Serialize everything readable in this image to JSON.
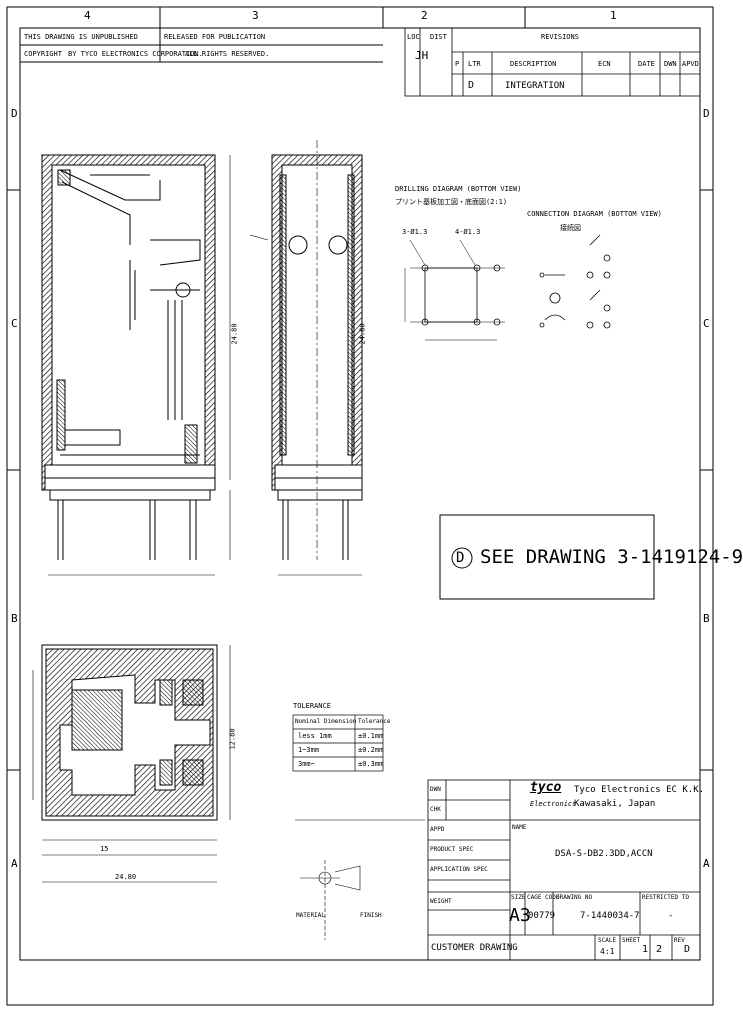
{
  "zones": {
    "columns": [
      "4",
      "3",
      "2",
      "1"
    ],
    "rows": [
      "D",
      "C",
      "B",
      "A"
    ]
  },
  "header": {
    "release_note": "THIS DRAWING IS UNPUBLISHED",
    "release_stamp": "RELEASED FOR PUBLICATION",
    "copyright": "COPYRIGHT",
    "company_line": "BY TYCO ELECTRONICS CORPORATION.",
    "rights": "ALL RIGHTS RESERVED."
  },
  "revisions": {
    "title": "REVISIONS",
    "loc_label": "LOC",
    "dist_label": "DIST",
    "dist_value": "JH",
    "columns": [
      "P",
      "LTR",
      "DESCRIPTION",
      "ECN",
      "DATE",
      "DWN",
      "APVD"
    ],
    "rows": [
      {
        "ltr": "D",
        "description": "INTEGRATION",
        "ecn": "",
        "date": "",
        "dwn": "",
        "apvd": ""
      }
    ]
  },
  "views": {
    "drill_title_en": "DRILLING DIAGRAM (BOTTOM VIEW)",
    "drill_title_jp": "プリント基板加工図・底面図(2:1)",
    "drill_holes_a": "3-Ø1.3",
    "drill_holes_b": "4-Ø1.3",
    "conn_title_en": "CONNECTION DIAGRAM (BOTTOM VIEW)",
    "conn_title_jp": "接続図",
    "side_dim": "24.80",
    "front_dim": "24.80"
  },
  "notice": {
    "letter": "D",
    "text": "SEE DRAWING 3-1419124-9"
  },
  "tolerance": {
    "title": "TOLERANCE",
    "headers": [
      "Nominal Dimension",
      "Tolerance"
    ],
    "rows": [
      [
        "less 1mm",
        "±0.1mm"
      ],
      [
        "1~3mm",
        "±0.2mm"
      ],
      [
        "3mm~",
        "±0.3mm"
      ]
    ]
  },
  "bottom_view": {
    "width_dim": "24.80",
    "pitch_dim": "15",
    "height_dim": "12.80"
  },
  "title_block": {
    "dwn_label": "DWN",
    "chk_label": "CHK",
    "appr_label": "APPD",
    "product_spec_label": "PRODUCT SPEC",
    "application_spec_label": "APPLICATION SPEC",
    "weight_label": "WEIGHT",
    "logo": "tyco",
    "logo_sub": "Electronics",
    "company": "Tyco Electronics EC K.K.",
    "location": "Kawasaki, Japan",
    "name_label": "NAME",
    "name_value": "DSA-S-DB2.3DD,ACCN",
    "size_label": "SIZE",
    "size_value": "A3",
    "cage_label": "CAGE CODE",
    "cage_value": "00779",
    "drawing_no_label": "DRAWING NO",
    "drawing_no": "7-1440034-7",
    "restricted_label": "RESTRICTED TO",
    "restricted_value": "-",
    "scale_label": "SCALE",
    "scale_value": "4:1",
    "sheet_label": "SHEET",
    "sheet_value": "1",
    "sheet_of": "2",
    "rev_label": "REV",
    "rev_value": "D",
    "customer_drawing": "CUSTOMER DRAWING",
    "material_label": "MATERIAL",
    "finish_label": "FINISH"
  }
}
